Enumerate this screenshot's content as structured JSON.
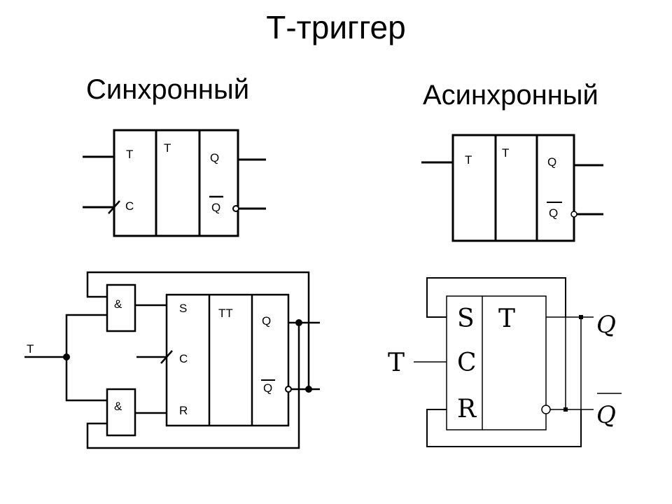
{
  "title": "Т-триггер",
  "sync": {
    "heading": "Синхронный",
    "symbol": {
      "t_in": "T",
      "c_in": "C",
      "func": "T",
      "q": "Q",
      "qbar": "Q"
    },
    "circuit": {
      "t_input": "T",
      "and_top": "&",
      "and_bot": "&",
      "s": "S",
      "c": "C",
      "r": "R",
      "func": "TT",
      "q": "Q",
      "qbar": "Q"
    }
  },
  "async": {
    "heading": "Асинхронный",
    "symbol": {
      "t_in": "T",
      "func": "T",
      "q": "Q",
      "qbar": "Q"
    },
    "circuit": {
      "t_input": "T",
      "s": "S",
      "c": "C",
      "r": "R",
      "func": "T",
      "q": "Q",
      "qbar": "Q"
    }
  }
}
